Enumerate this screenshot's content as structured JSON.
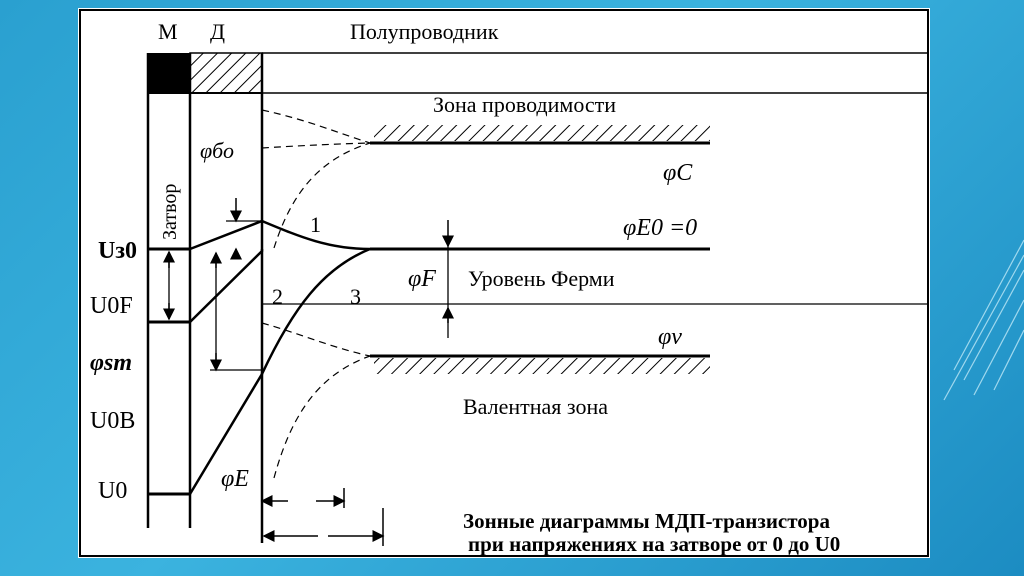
{
  "diagram": {
    "labels": {
      "metal": "М",
      "dielectric": "Д",
      "semiconductor": "Полупроводник",
      "conduction_band": "Зона проводимости",
      "gate": "Затвор",
      "phi_b0": "φбо",
      "phi_c": "φC",
      "phi_e0": "φE0 =0",
      "u_z0": "Uз0",
      "curve_1": "1",
      "curve_2": "2",
      "curve_3": "3",
      "phi_f": "φF",
      "fermi_level": "Уровень Ферми",
      "u_0f": "U0F",
      "phi_v": "φv",
      "phi_sm": "φsm",
      "valence_band": "Валентная зона",
      "u_0b": "U0B",
      "u_0": "U0",
      "phi_e": "φE"
    },
    "caption": {
      "line1": "Зонные диаграммы МДП-транзистора",
      "line2": "при напряжениях на затворе от 0 до U0"
    }
  }
}
